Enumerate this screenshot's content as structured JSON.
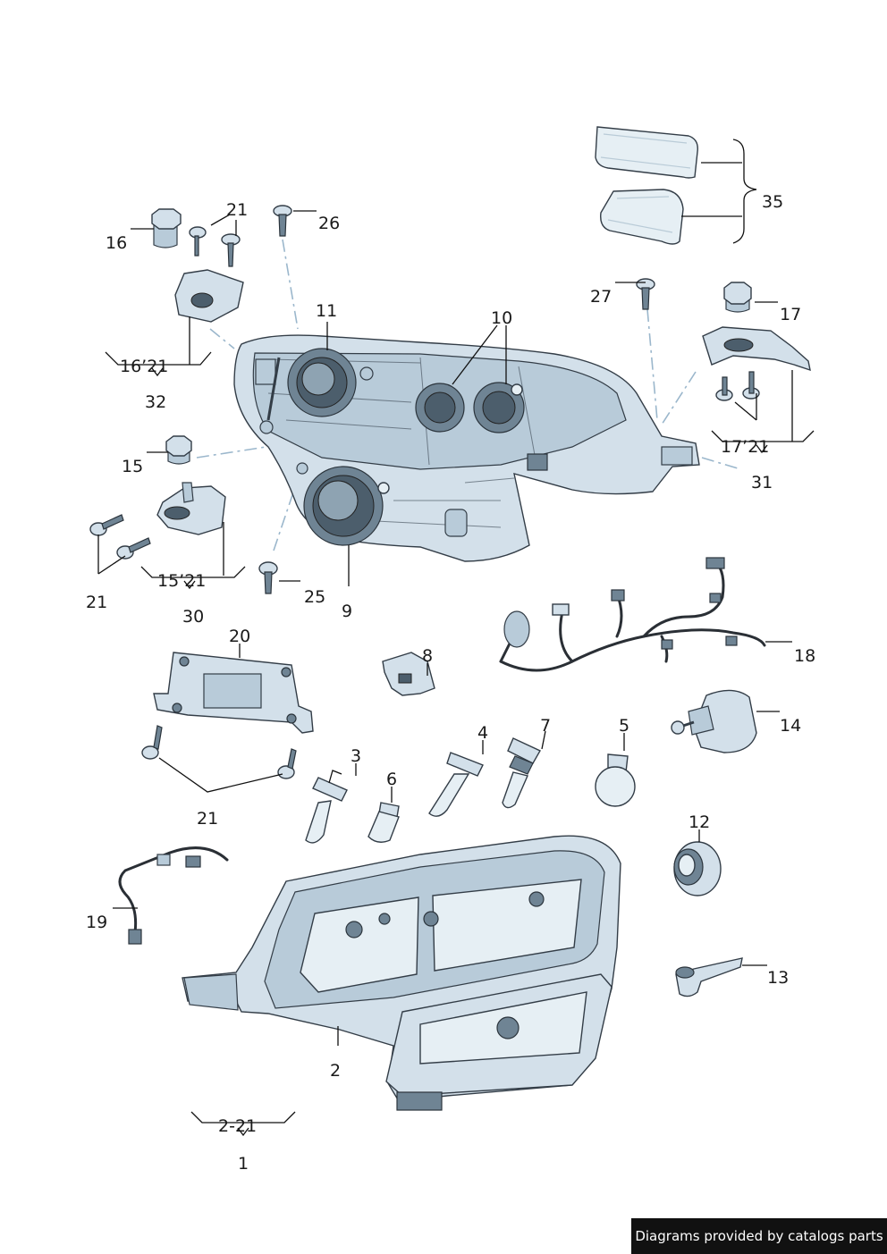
{
  "footer": {
    "credit": "Diagrams provided by catalogs parts"
  },
  "labels": {
    "p1": "1",
    "p2": "2",
    "p3": "3",
    "p4": "4",
    "p5": "5",
    "p6": "6",
    "p7": "7",
    "p8": "8",
    "p9": "9",
    "p10": "10",
    "p11": "11",
    "p12": "12",
    "p13": "13",
    "p14": "14",
    "p15": "15",
    "p16": "16",
    "p17": "17",
    "p18": "18",
    "p19": "19",
    "p20": "20",
    "p21a": "21",
    "p21b": "21",
    "p21c": "21",
    "p25": "25",
    "p26": "26",
    "p27": "27",
    "p30": "30",
    "p31": "31",
    "p32": "32",
    "p35": "35",
    "g16_21": "16’21",
    "g17_21": "17’21",
    "g15_21": "15’21",
    "g2_21": "2-21"
  },
  "colors": {
    "part_fill": "#d3e0ea",
    "outline": "#333d47",
    "leader": "#111111",
    "dash_line": "#9bb7cc",
    "footer_bg": "#111111"
  }
}
